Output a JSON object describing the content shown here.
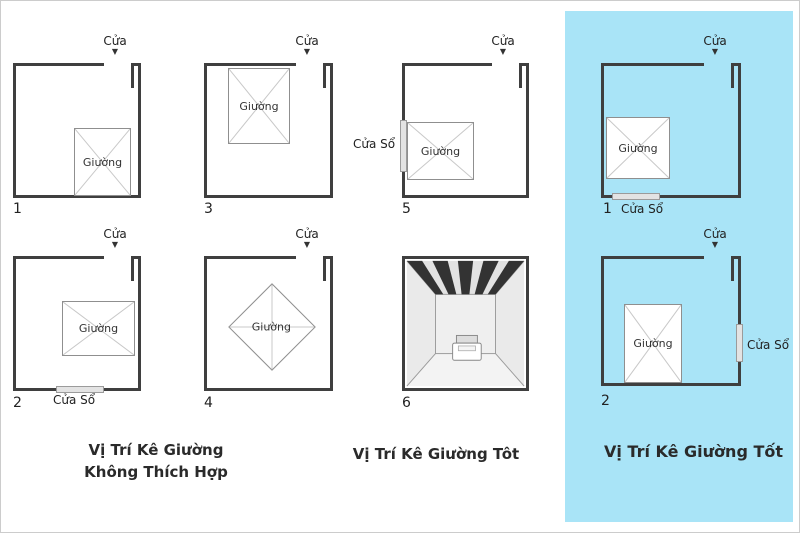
{
  "theme": {
    "accent_blue": "#a9e4f7",
    "wall_color": "#3f3f3f",
    "background": "#ffffff"
  },
  "labels": {
    "door": "Cửa",
    "door_arrow": "▼",
    "window": "Cửa Sổ",
    "bed": "Giường"
  },
  "rooms": {
    "r1": {
      "number": "1"
    },
    "r3": {
      "number": "3"
    },
    "r5": {
      "number": "5"
    },
    "r2": {
      "number": "2"
    },
    "r4": {
      "number": "4"
    },
    "r6": {
      "number": "6"
    },
    "g1": {
      "number": "1"
    },
    "g2": {
      "number": "2"
    }
  },
  "captions": {
    "unsuitable_line1": "Vị Trí Kê Giường",
    "unsuitable_line2": "Không Thích Hợp",
    "good_middle": "Vị Trí Kê Giường Tôt",
    "good_right": "Vị Trí Kê Giường Tốt"
  }
}
